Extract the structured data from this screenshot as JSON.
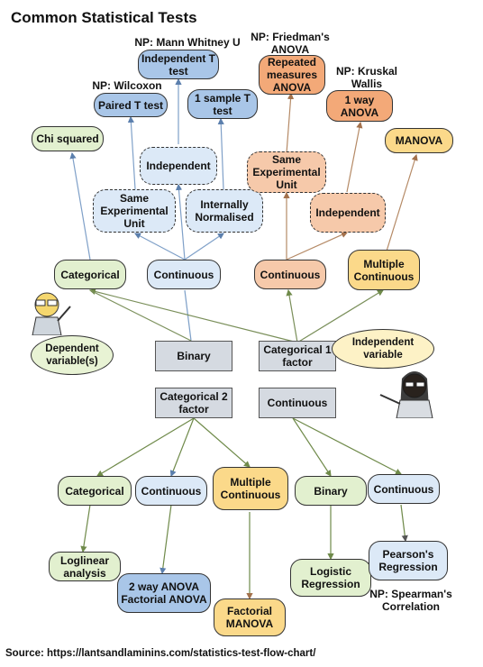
{
  "title": "Common Statistical Tests",
  "source": "Source: https://lantsandlaminins.com/statistics-test-flow-chart/",
  "colors": {
    "green": "#e2f0cf",
    "blue": "#a9c6e8",
    "light_blue": "#dce9f7",
    "peach": "#f6c9aa",
    "orange": "#f3a978",
    "yellow": "#fbd98a",
    "gray": "#d5dae1"
  },
  "nodes": {
    "independent_t": "Independent T test",
    "paired_t": "Paired T test",
    "one_sample_t": "1 sample T test",
    "chi_squared": "Chi squared",
    "independent_blue": "Independent",
    "same_unit_blue": "Same Experimental Unit",
    "internally_normalised": "Internally Normalised",
    "repeated_anova": "Repeated measures ANOVA",
    "one_way_anova": "1 way ANOVA",
    "manova": "MANOVA",
    "same_unit_orange": "Same Experimental Unit",
    "independent_orange": "Independent",
    "categorical_top": "Categorical",
    "continuous_top_blue": "Continuous",
    "continuous_top_orange": "Continuous",
    "multiple_continuous_top": "Multiple Continuous",
    "binary_factor": "Binary",
    "categorical_1_factor": "Categorical 1 factor",
    "categorical_2_factor": "Categorical 2 factor",
    "continuous_factor": "Continuous",
    "categorical_bottom": "Categorical",
    "continuous_bottom_blue": "Continuous",
    "multiple_continuous_bottom": "Multiple Continuous",
    "binary_bottom": "Binary",
    "continuous_bottom_right": "Continuous",
    "loglinear": "Loglinear analysis",
    "two_way_anova": "2 way ANOVA Factorial ANOVA",
    "factorial_manova": "Factorial MANOVA",
    "logistic_regression": "Logistic Regression",
    "pearsons": "Pearson's Regression"
  },
  "notes": {
    "np_mann_whitney": "NP: Mann Whitney U",
    "np_wilcoxon": "NP: Wilcoxon",
    "np_friedman": "NP: Friedman's ANOVA",
    "np_kruskal": "NP: Kruskal Wallis",
    "np_spearman": "NP: Spearman's Correlation"
  },
  "characters": {
    "dependent": "Dependent variable(s)",
    "independent": "Independent variable"
  }
}
